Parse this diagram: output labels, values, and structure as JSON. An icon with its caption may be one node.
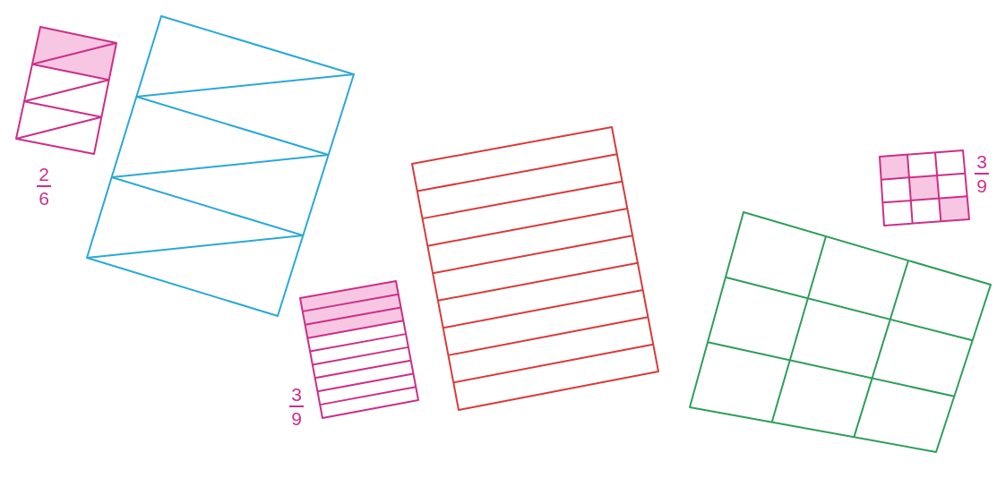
{
  "diagram": {
    "labels": [
      "2",
      "6",
      "3",
      "9",
      "3",
      "9"
    ]
  }
}
